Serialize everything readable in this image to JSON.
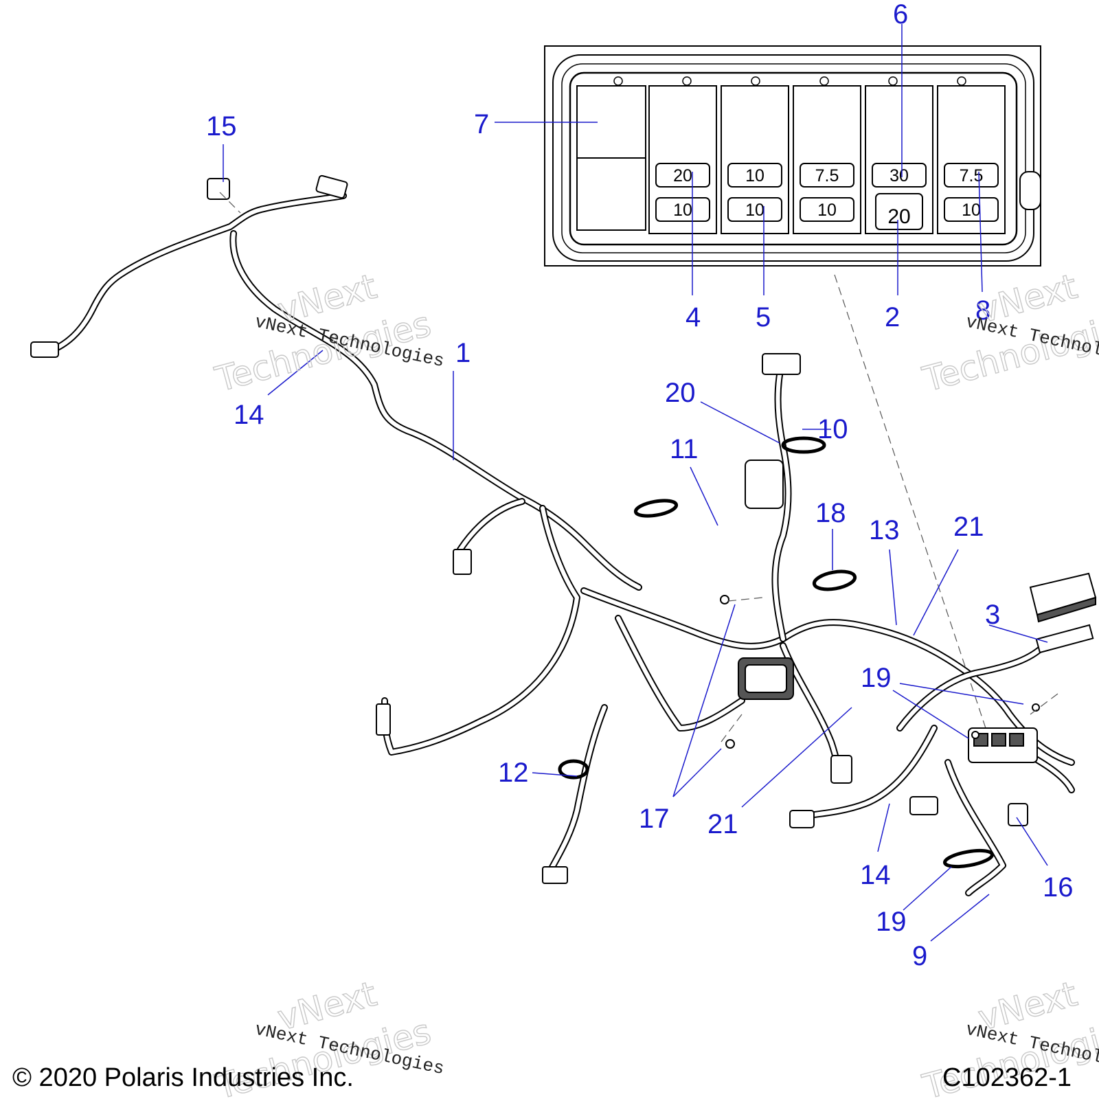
{
  "fuse_box": {
    "fuses": [
      {
        "id": "f20a",
        "rating": "20"
      },
      {
        "id": "f10a",
        "rating": "10"
      },
      {
        "id": "f75a",
        "rating": "7.5"
      },
      {
        "id": "f30",
        "rating": "30"
      },
      {
        "id": "f75b",
        "rating": "7.5"
      },
      {
        "id": "f10b",
        "rating": "10"
      },
      {
        "id": "f10c",
        "rating": "10"
      },
      {
        "id": "f10d",
        "rating": "10"
      },
      {
        "id": "f20b",
        "rating": "20"
      },
      {
        "id": "f10e",
        "rating": "10"
      }
    ]
  },
  "callouts": [
    {
      "id": "c1",
      "label": "1"
    },
    {
      "id": "c2",
      "label": "2"
    },
    {
      "id": "c3",
      "label": "3"
    },
    {
      "id": "c4",
      "label": "4"
    },
    {
      "id": "c5",
      "label": "5"
    },
    {
      "id": "c6",
      "label": "6"
    },
    {
      "id": "c7",
      "label": "7"
    },
    {
      "id": "c8",
      "label": "8"
    },
    {
      "id": "c9",
      "label": "9"
    },
    {
      "id": "c10",
      "label": "10"
    },
    {
      "id": "c11",
      "label": "11"
    },
    {
      "id": "c12",
      "label": "12"
    },
    {
      "id": "c13",
      "label": "13"
    },
    {
      "id": "c14a",
      "label": "14"
    },
    {
      "id": "c14b",
      "label": "14"
    },
    {
      "id": "c15",
      "label": "15"
    },
    {
      "id": "c16",
      "label": "16"
    },
    {
      "id": "c17",
      "label": "17"
    },
    {
      "id": "c18",
      "label": "18"
    },
    {
      "id": "c19a",
      "label": "19"
    },
    {
      "id": "c19b",
      "label": "19"
    },
    {
      "id": "c20",
      "label": "20"
    },
    {
      "id": "c21a",
      "label": "21"
    },
    {
      "id": "c21b",
      "label": "21"
    }
  ],
  "watermark": {
    "line1": "vNext",
    "line2": "Technologies",
    "caption": "vNext Technologies"
  },
  "footer": {
    "copyright": "© 2020 Polaris Industries Inc.",
    "figure_id": "C102362-1"
  },
  "colors": {
    "callout": "#1a1acc",
    "line_art": "#000000",
    "watermark": "#c8c8c8"
  }
}
